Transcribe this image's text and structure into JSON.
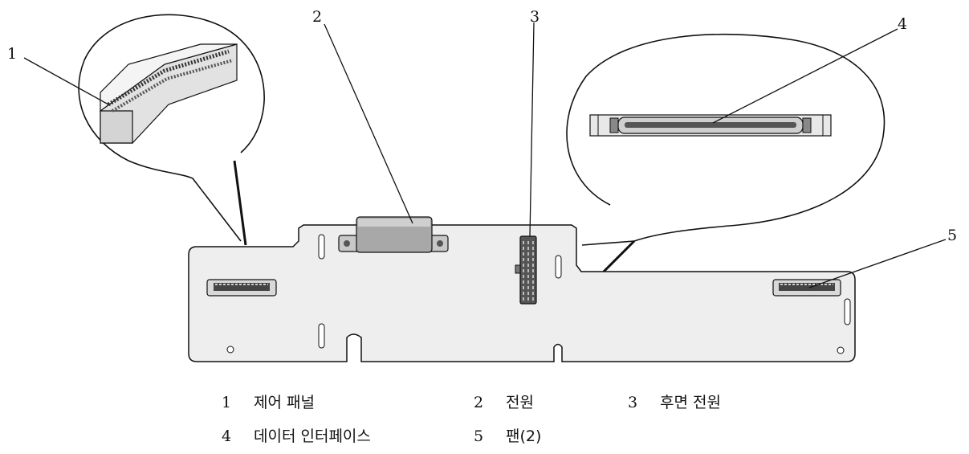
{
  "callouts": {
    "c1": "1",
    "c2": "2",
    "c3": "3",
    "c4": "4",
    "c5": "5"
  },
  "legend": [
    {
      "num": "1",
      "label": "제어 패널"
    },
    {
      "num": "2",
      "label": "전원"
    },
    {
      "num": "3",
      "label": "후면 전원"
    },
    {
      "num": "4",
      "label": "데이터 인터페이스"
    },
    {
      "num": "5",
      "label": "팬(2)"
    }
  ]
}
